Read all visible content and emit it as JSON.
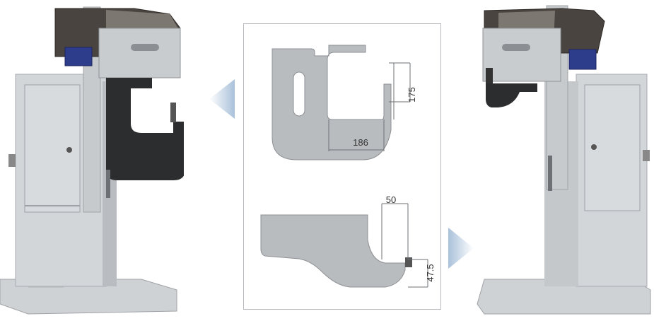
{
  "dimensions": {
    "upper_width": "186",
    "upper_depth": "175",
    "lower_width": "50",
    "lower_depth": "47.5"
  },
  "colors": {
    "cabinet": "#d3d6d9",
    "cabinet_shade": "#b9bdc1",
    "dark_body": "#2b2d2e",
    "hopper": "#4a4440",
    "bin_blue": "#2e3c8c",
    "profile_fill": "#b9bcbf",
    "arrow": "#a9c1da"
  }
}
